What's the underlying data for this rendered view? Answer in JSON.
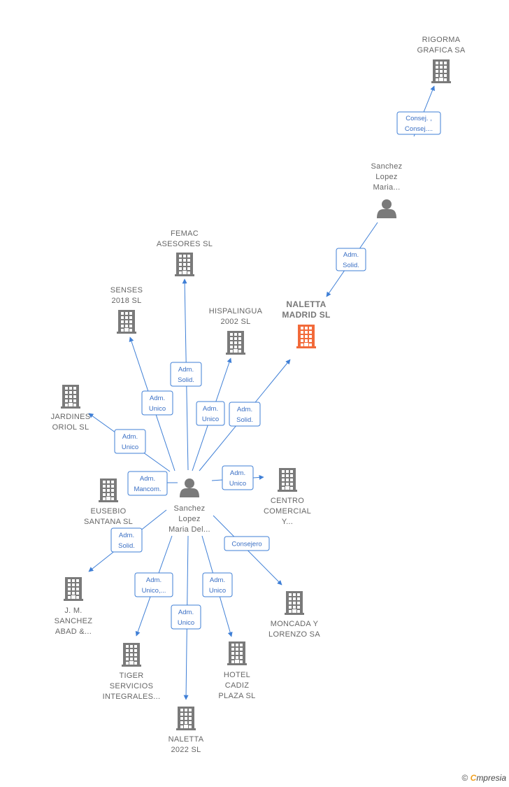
{
  "colors": {
    "company": "#7a7a7a",
    "main_company": "#f26a3a",
    "person": "#7a7a7a",
    "edge": "#3f7fd6"
  },
  "nodes": [
    {
      "id": "rigorma",
      "type": "company",
      "icon": "building-icon",
      "lines": [
        "RIGORMA",
        "GRAFICA SA"
      ]
    },
    {
      "id": "sanchez_top",
      "type": "person",
      "icon": "person-icon",
      "lines": [
        "Sanchez",
        "Lopez",
        "Maria..."
      ]
    },
    {
      "id": "naletta_madrid",
      "type": "main",
      "icon": "building-icon",
      "lines": [
        "NALETTA",
        "MADRID  SL"
      ]
    },
    {
      "id": "femac",
      "type": "company",
      "icon": "building-icon",
      "lines": [
        "FEMAC",
        "ASESORES  SL"
      ]
    },
    {
      "id": "senses",
      "type": "company",
      "icon": "building-icon",
      "lines": [
        "SENSES",
        "2018  SL"
      ]
    },
    {
      "id": "hispalingua",
      "type": "company",
      "icon": "building-icon",
      "lines": [
        "HISPALINGUA",
        "2002  SL"
      ]
    },
    {
      "id": "jardines",
      "type": "company",
      "icon": "building-icon",
      "lines": [
        "JARDINES",
        "ORIOL  SL"
      ]
    },
    {
      "id": "eusebio",
      "type": "company",
      "icon": "building-icon",
      "lines": [
        "EUSEBIO",
        "SANTANA SL"
      ]
    },
    {
      "id": "centro",
      "type": "company",
      "icon": "building-icon",
      "lines": [
        "CENTRO",
        "COMERCIAL",
        "Y..."
      ]
    },
    {
      "id": "sanchez_center",
      "type": "person",
      "icon": "person-icon",
      "lines": [
        "Sanchez",
        "Lopez",
        "Maria Del..."
      ]
    },
    {
      "id": "jm_sanchez",
      "type": "company",
      "icon": "building-icon",
      "lines": [
        "J.  M.",
        "SANCHEZ",
        "ABAD &..."
      ]
    },
    {
      "id": "moncada",
      "type": "company",
      "icon": "building-icon",
      "lines": [
        "MONCADA Y",
        "LORENZO SA"
      ]
    },
    {
      "id": "tiger",
      "type": "company",
      "icon": "building-icon",
      "lines": [
        "TIGER",
        "SERVICIOS",
        "INTEGRALES..."
      ]
    },
    {
      "id": "hotel_cadiz",
      "type": "company",
      "icon": "building-icon",
      "lines": [
        "HOTEL",
        "CADIZ",
        "PLAZA SL"
      ]
    },
    {
      "id": "naletta_2022",
      "type": "company",
      "icon": "building-icon",
      "lines": [
        "NALETTA",
        "2022  SL"
      ]
    }
  ],
  "edges": [
    {
      "id": "e-rigorma",
      "from": "sanchez_top",
      "to": "rigorma",
      "lines": [
        "Consej. ,",
        "Consej...."
      ]
    },
    {
      "id": "e-naletta-madrid-top",
      "from": "sanchez_top",
      "to": "naletta_madrid",
      "lines": [
        "Adm.",
        "Solid."
      ]
    },
    {
      "id": "e-femac",
      "from": "sanchez_center",
      "to": "femac",
      "lines": [
        "Adm.",
        "Solid."
      ]
    },
    {
      "id": "e-senses",
      "from": "sanchez_center",
      "to": "senses",
      "lines": [
        "Adm.",
        "Unico"
      ]
    },
    {
      "id": "e-hispalingua",
      "from": "sanchez_center",
      "to": "hispalingua",
      "lines": [
        "Adm.",
        "Unico"
      ]
    },
    {
      "id": "e-naletta-madrid",
      "from": "sanchez_center",
      "to": "naletta_madrid",
      "lines": [
        "Adm.",
        "Solid."
      ]
    },
    {
      "id": "e-jardines",
      "from": "sanchez_center",
      "to": "jardines",
      "lines": [
        "Adm.",
        "Unico"
      ]
    },
    {
      "id": "e-eusebio",
      "from": "sanchez_center",
      "to": "eusebio",
      "lines": [
        "Adm.",
        "Mancom."
      ]
    },
    {
      "id": "e-centro",
      "from": "sanchez_center",
      "to": "centro",
      "lines": [
        "Adm.",
        "Unico"
      ]
    },
    {
      "id": "e-jm",
      "from": "sanchez_center",
      "to": "jm_sanchez",
      "lines": [
        "Adm.",
        "Solid."
      ]
    },
    {
      "id": "e-moncada",
      "from": "sanchez_center",
      "to": "moncada",
      "lines": [
        "Consejero"
      ]
    },
    {
      "id": "e-tiger",
      "from": "sanchez_center",
      "to": "tiger",
      "lines": [
        "Adm.",
        "Unico,..."
      ]
    },
    {
      "id": "e-hotel",
      "from": "sanchez_center",
      "to": "hotel_cadiz",
      "lines": [
        "Adm.",
        "Unico"
      ]
    },
    {
      "id": "e-naletta-2022",
      "from": "sanchez_center",
      "to": "naletta_2022",
      "lines": [
        "Adm.",
        "Unico"
      ]
    }
  ],
  "footer": {
    "copyright": "©",
    "brand_first": "C",
    "brand_rest": "mpresia"
  }
}
